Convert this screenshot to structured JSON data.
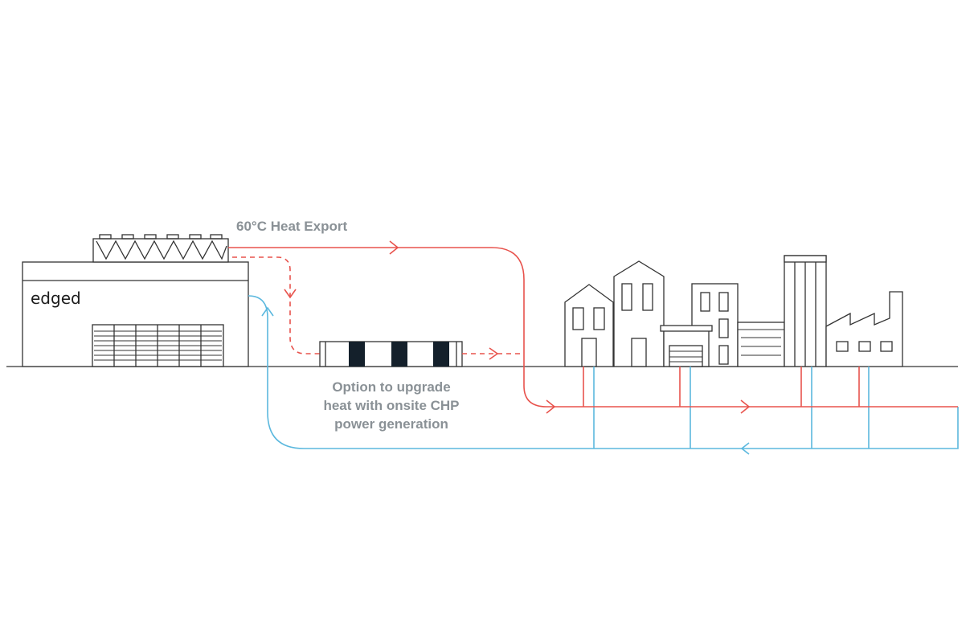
{
  "brand": {
    "logo_text": "edged"
  },
  "labels": {
    "heat_export": "60°C Heat Export",
    "chp_option": [
      "Option to upgrade",
      "heat with onsite CHP",
      "power generation"
    ]
  },
  "colors": {
    "hot_flow": "#e8534d",
    "return_flow": "#5bb8de",
    "outline": "#333333",
    "label_text": "#8a9196",
    "chp_block": "#14202b"
  }
}
